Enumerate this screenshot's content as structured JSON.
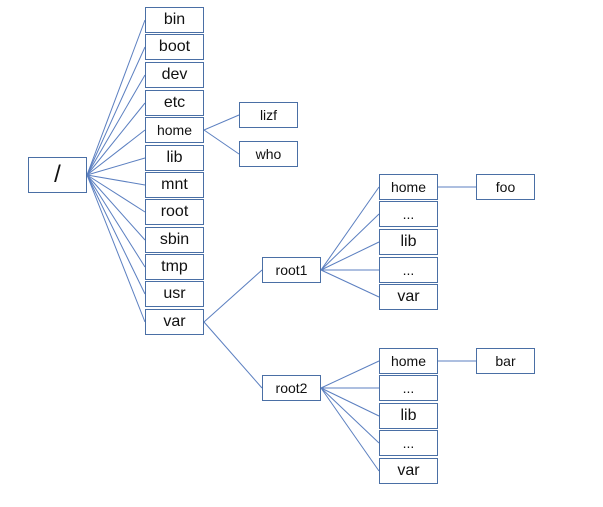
{
  "colors": {
    "box_border": "#4a6fa5",
    "edge": "#5b7fc0",
    "text": "#111111"
  },
  "tree": {
    "root": "/",
    "top_level": [
      "bin",
      "boot",
      "dev",
      "etc",
      "home",
      "lib",
      "mnt",
      "root",
      "sbin",
      "tmp",
      "usr",
      "var"
    ],
    "home_children": [
      "lizf",
      "who"
    ],
    "var_children": [
      "root1",
      "root2"
    ],
    "root1_children": [
      "home",
      "...",
      "lib",
      "...",
      "var"
    ],
    "root1_home_children": [
      "foo"
    ],
    "root2_children": [
      "home",
      "...",
      "lib",
      "...",
      "var"
    ],
    "root2_home_children": [
      "bar"
    ]
  }
}
